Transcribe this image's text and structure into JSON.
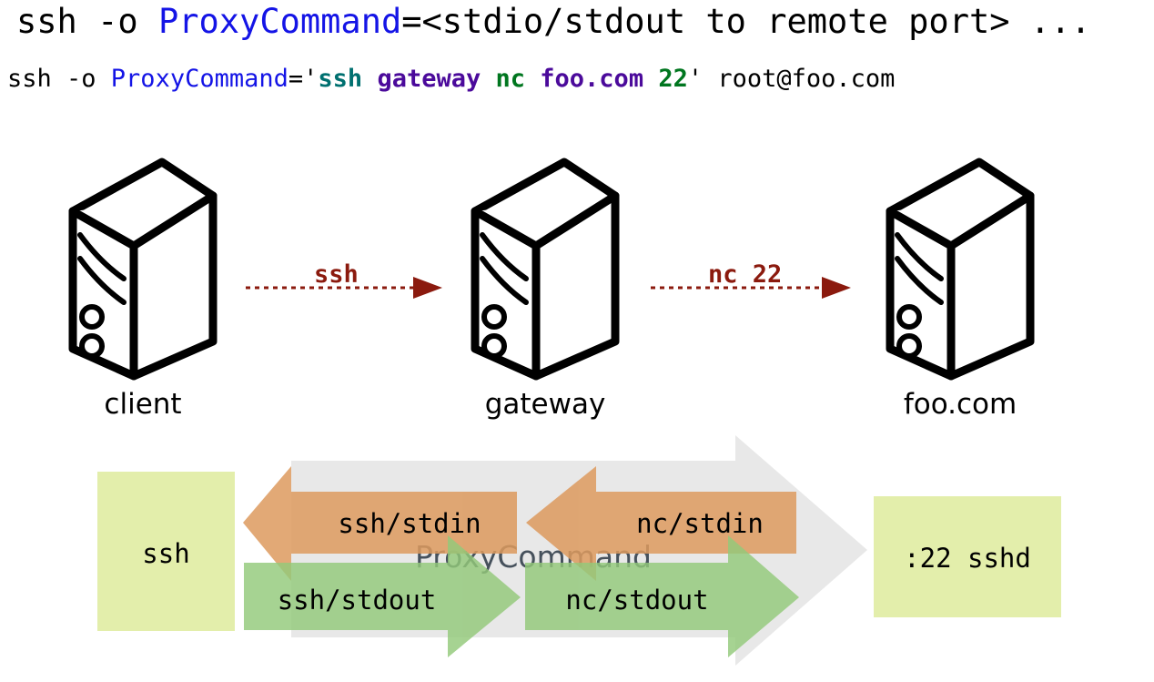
{
  "title": {
    "segments": [
      {
        "text": "ssh -o ",
        "color": "black"
      },
      {
        "text": "ProxyCommand",
        "color": "blue"
      },
      {
        "text": "=<stdio/stdout to remote port> ...",
        "color": "black"
      }
    ],
    "plain": "ssh -o ProxyCommand=<stdio/stdout to remote port> ..."
  },
  "subtitle": {
    "segments": [
      {
        "text": "ssh -o ",
        "color": "black"
      },
      {
        "text": "ProxyCommand",
        "color": "blue"
      },
      {
        "text": "='",
        "color": "black"
      },
      {
        "text": "ssh",
        "color": "teal"
      },
      {
        "text": " ",
        "color": "black"
      },
      {
        "text": "gateway",
        "color": "purple"
      },
      {
        "text": " ",
        "color": "black"
      },
      {
        "text": "nc",
        "color": "green"
      },
      {
        "text": " ",
        "color": "black"
      },
      {
        "text": "foo.com",
        "color": "purple"
      },
      {
        "text": " ",
        "color": "black"
      },
      {
        "text": "22",
        "color": "green"
      },
      {
        "text": "' root@foo.com",
        "color": "black"
      }
    ],
    "plain": "ssh -o ProxyCommand='ssh gateway nc foo.com 22' root@foo.com"
  },
  "nodes": [
    {
      "id": "client",
      "label": "client",
      "icon": "server-tower-icon"
    },
    {
      "id": "gateway",
      "label": "gateway",
      "icon": "server-tower-icon"
    },
    {
      "id": "foo",
      "label": "foo.com",
      "icon": "server-tower-icon"
    }
  ],
  "connections": [
    {
      "id": "client-to-gateway",
      "label": "ssh",
      "from": "client",
      "to": "gateway"
    },
    {
      "id": "gateway-to-foo",
      "label": "nc 22",
      "from": "gateway",
      "to": "foo"
    }
  ],
  "pipeline": {
    "left_box_label": ":ssh",
    "endpoints": [
      {
        "id": "ssh-process",
        "label": "ssh"
      },
      {
        "id": "sshd-process",
        "label": ":22 sshd"
      }
    ],
    "proxy_label": "ProxyCommand",
    "stdin_arrows": [
      {
        "id": "ssh-stdin",
        "label": "ssh/stdin"
      },
      {
        "id": "nc-stdin",
        "label": "nc/stdin"
      }
    ],
    "stdout_arrows": [
      {
        "id": "ssh-stdout",
        "label": "ssh/stdout"
      },
      {
        "id": "nc-stdout",
        "label": "nc/stdout"
      }
    ]
  },
  "colors": {
    "keyword_blue": "#1414e6",
    "teal": "#007070",
    "purple": "#4b0a9b",
    "green": "#00761f",
    "arrow_red": "#8b1a0e",
    "proxy_gray": "#e6e6e6",
    "proxy_text": "#46515c",
    "stdin_orange": "#e3a871",
    "stdout_green": "#a5d28d",
    "endpoint_yellow": "#e3eeab",
    "outline_black": "#000000",
    "background": "#ffffff"
  }
}
